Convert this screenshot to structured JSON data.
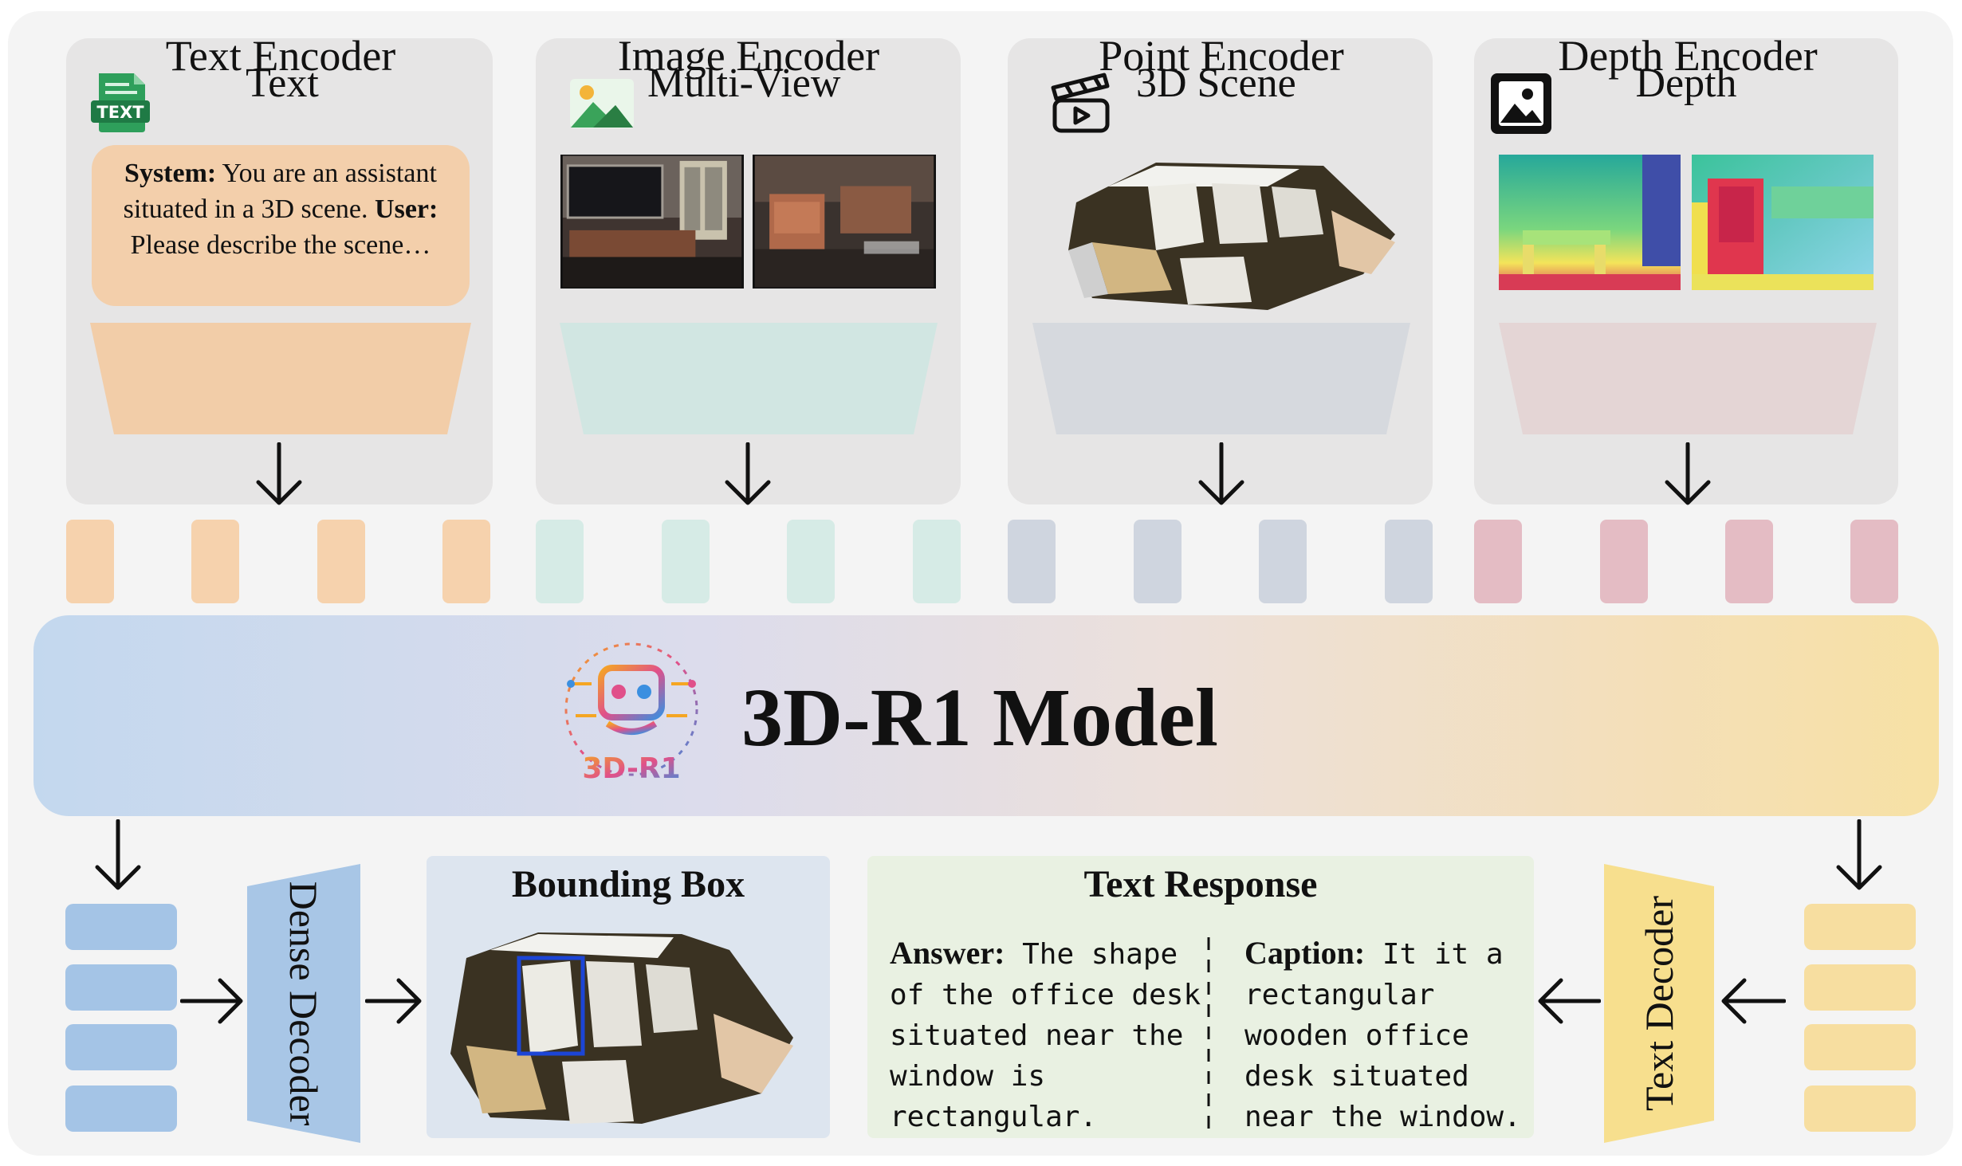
{
  "inputs": [
    {
      "title": "Text",
      "encoder": "Text Encoder",
      "icon": "text-file-icon",
      "encoder_color": "#f2cda8",
      "token_color": "#f6d2ad"
    },
    {
      "title": "Multi-View",
      "encoder": "Image Encoder",
      "icon": "landscape-image-icon",
      "encoder_color": "#d1e6e2",
      "token_color": "#d6ebe6"
    },
    {
      "title": "3D Scene",
      "encoder": "Point Encoder",
      "icon": "video-clapper-icon",
      "encoder_color": "#d6d9de",
      "token_color": "#cfd5df"
    },
    {
      "title": "Depth",
      "encoder": "Depth Encoder",
      "icon": "photo-icon",
      "encoder_color": "#e4d5d5",
      "token_color": "#e4bcc4"
    }
  ],
  "prompt": {
    "system_label": "System:",
    "system_text": "You are an assistant situated in a 3D scene.",
    "user_label": "User:",
    "user_text": "Please describe the scene…"
  },
  "model": {
    "title": "3D-R1 Model",
    "logo_text": "3D-R1"
  },
  "outputs": {
    "dense_decoder": "Dense Decoder",
    "text_decoder": "Text Decoder",
    "bounding_box_title": "Bounding Box",
    "text_response_title": "Text Response",
    "answer_label": "Answer:",
    "answer_text": "The shape\nof the office desk\nsituated near the\nwindow is\nrectangular.",
    "caption_label": "Caption:",
    "caption_text": "It it a\nrectangular\nwooden office\ndesk situated\nnear the window."
  },
  "colors": {
    "dense_stack": "#a4c4e6",
    "text_stack": "#f7dea0",
    "dense_decoder": "#a8c6e6",
    "text_decoder": "#f7df8e"
  }
}
